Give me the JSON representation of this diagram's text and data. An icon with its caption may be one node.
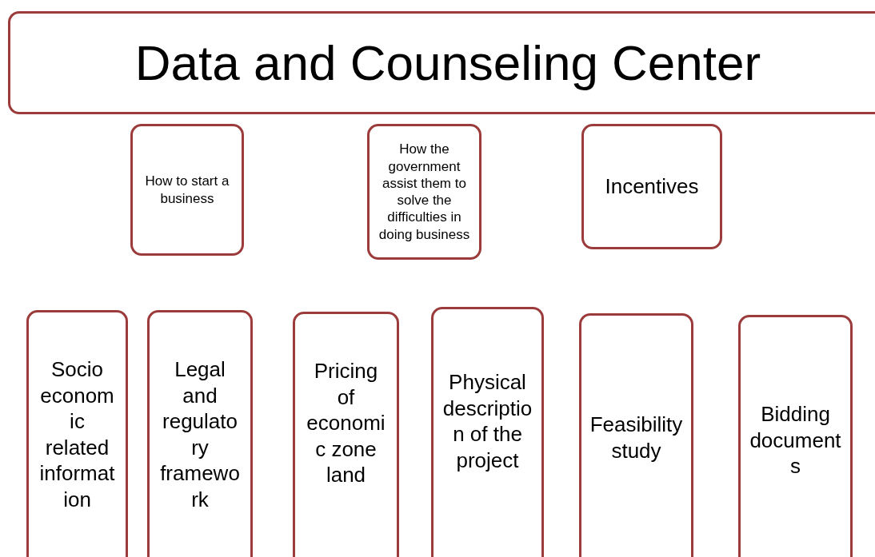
{
  "diagram": {
    "nodes": [
      {
        "text": [
          "Data and Counseling Center"
        ]
      },
      {
        "text": [
          "How to start a business"
        ]
      },
      {
        "text": [
          "How the government assist them to solve the difficulties in doing business"
        ]
      },
      {
        "text": [
          "Incentives"
        ]
      },
      {
        "text": [
          "Socio economic related information"
        ]
      },
      {
        "text": [
          "Legal and regulatory framework"
        ]
      },
      {
        "text": [
          "Pricing of economic zone land"
        ]
      },
      {
        "text": [
          "Physical description of the project"
        ]
      },
      {
        "text": [
          "Feasibility study"
        ]
      },
      {
        "text": [
          "Bidding documents"
        ]
      }
    ]
  }
}
